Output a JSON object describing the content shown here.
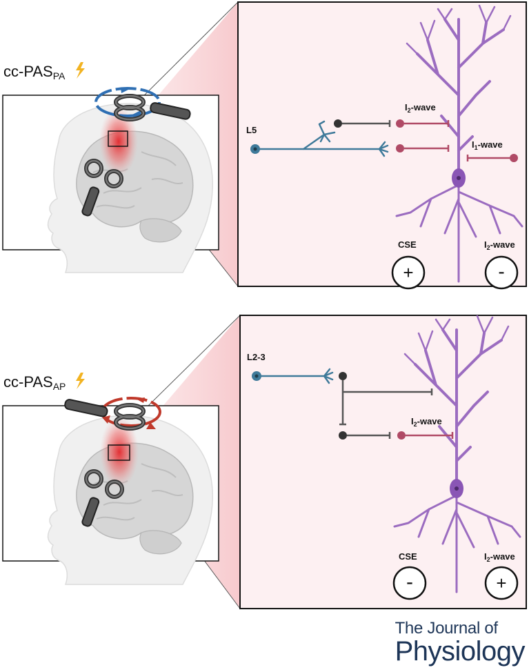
{
  "panels": [
    {
      "protocol": "cc-PAS",
      "subscript": "PA",
      "layer_label": "L5",
      "wave_labels": [
        {
          "text": "I",
          "sub": "2",
          "suffix": "-wave"
        },
        {
          "text": "I",
          "sub": "1",
          "suffix": "-wave"
        }
      ],
      "cse_label": "CSE",
      "cse_sign": "+",
      "i2_label": {
        "text": "I",
        "sub": "2",
        "suffix": "-wave"
      },
      "i2_sign": "-",
      "current_direction_color": "#2f6fb3"
    },
    {
      "protocol": "cc-PAS",
      "subscript": "AP",
      "layer_label": "L2-3",
      "wave_labels": [
        {
          "text": "I",
          "sub": "2",
          "suffix": "-wave"
        }
      ],
      "cse_label": "CSE",
      "cse_sign": "-",
      "i2_label": {
        "text": "I",
        "sub": "2",
        "suffix": "-wave"
      },
      "i2_sign": "+",
      "current_direction_color": "#c0392b"
    }
  ],
  "colors": {
    "pyramidal": "#9b6cc0",
    "interneuron_blue": "#3f7a9a",
    "inhibitory_red": "#b04a66",
    "relay_gray": "#555555",
    "lightning": "#f2b321",
    "panel_bg": "#fdf0f2"
  },
  "journal": {
    "line1": "The Journal of",
    "line2": "Physiology"
  }
}
